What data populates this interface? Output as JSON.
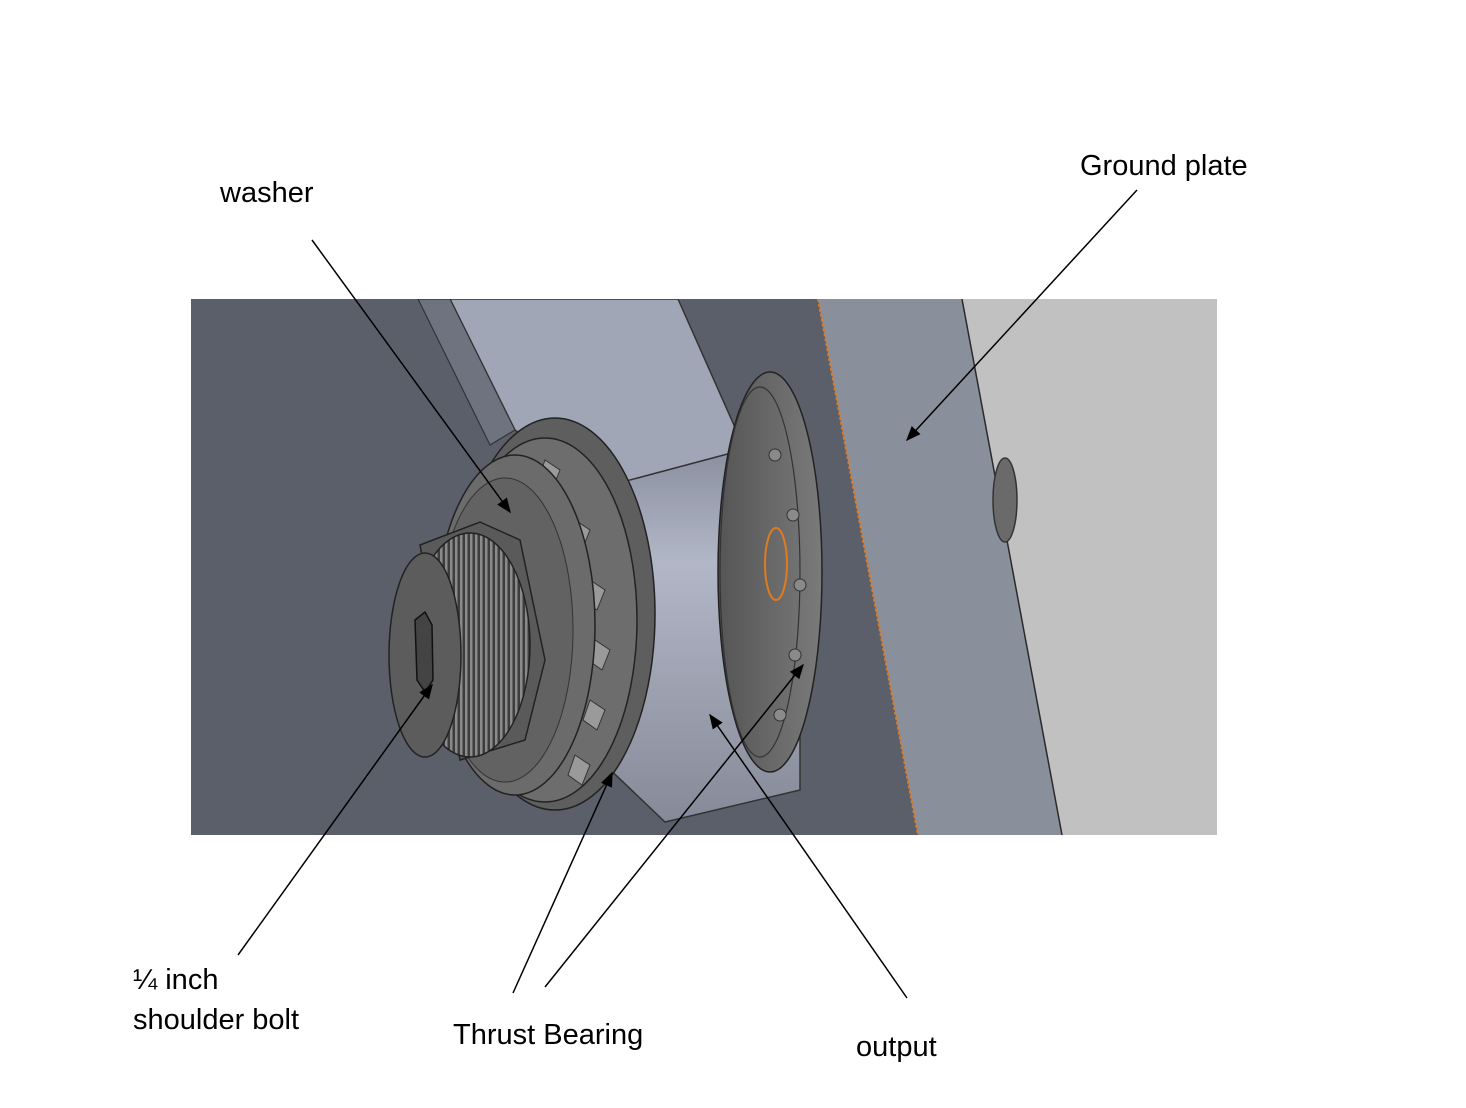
{
  "labels": {
    "washer": "washer",
    "ground_plate": "Ground plate",
    "bolt_line1": "¼ inch",
    "bolt_line2": "shoulder bolt",
    "thrust_bearing": "Thrust Bearing",
    "output": "output"
  },
  "colors": {
    "background_plate": "#5b5f69",
    "ground_plate": "#8a8f9c",
    "wall": "#c1c1c1",
    "link_arm": "#a1a6b6",
    "hub": "#9a9eab",
    "metal_dark": "#4a4a4a",
    "metal_mid": "#6c6c6c",
    "edge_highlight": "#e07b20",
    "leader_line": "#000000"
  }
}
